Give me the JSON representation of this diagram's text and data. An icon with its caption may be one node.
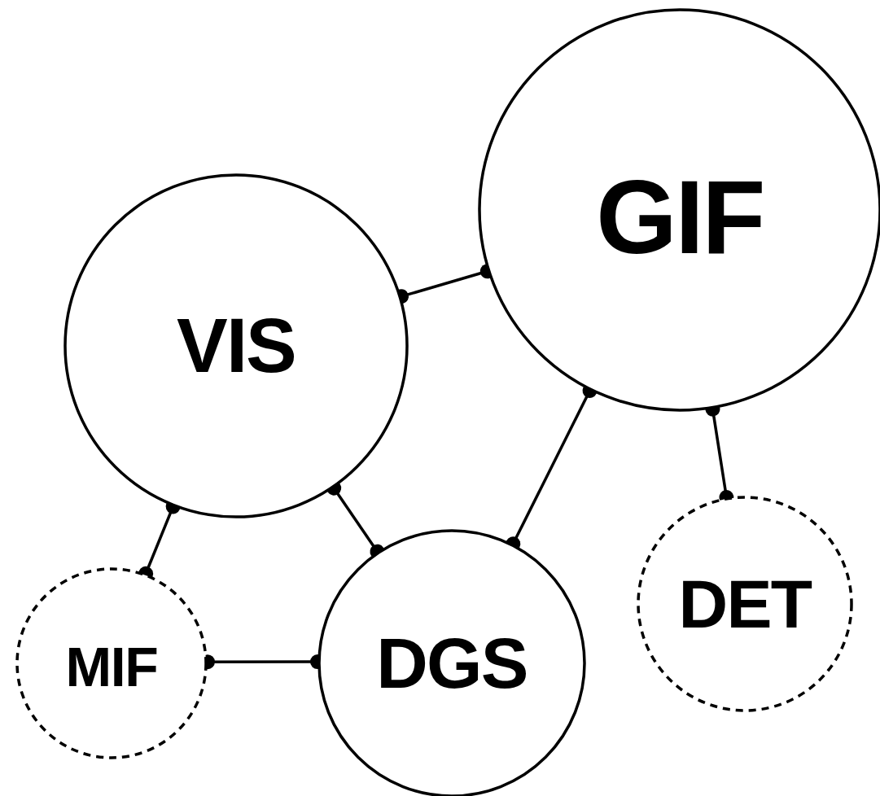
{
  "diagram": {
    "nodes": [
      {
        "text": [
          "GIF"
        ]
      },
      {
        "text": [
          "VIS"
        ]
      },
      {
        "text": [
          "DGS"
        ]
      },
      {
        "text": [
          "MIF"
        ]
      },
      {
        "text": [
          "DET"
        ]
      }
    ],
    "edges": [
      {
        "from": 1,
        "to": 0,
        "arrow": "other"
      },
      {
        "from": 0,
        "to": 2,
        "arrow": "other"
      },
      {
        "from": 0,
        "to": 4,
        "arrow": "other"
      },
      {
        "from": 1,
        "to": 2,
        "arrow": "other"
      },
      {
        "from": 1,
        "to": 3,
        "arrow": "other"
      },
      {
        "from": 3,
        "to": 2,
        "arrow": "other"
      }
    ]
  }
}
